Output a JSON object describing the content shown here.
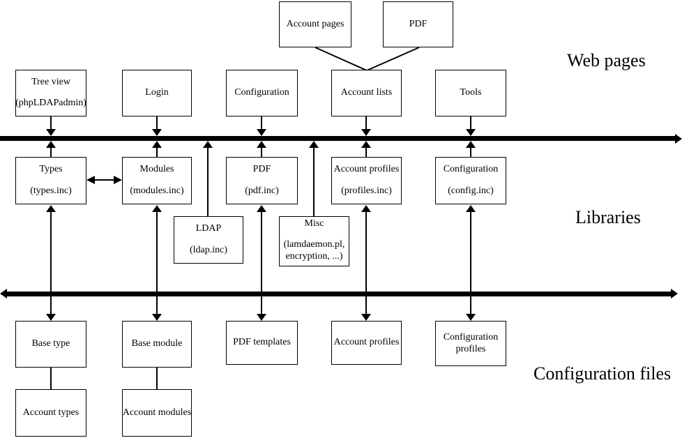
{
  "sections": {
    "web_pages": "Web pages",
    "libraries": "Libraries",
    "config_files": "Configuration files"
  },
  "boxes": {
    "account_pages": {
      "l1": "Account pages"
    },
    "pdf_top": {
      "l1": "PDF"
    },
    "tree_view": {
      "l1": "Tree view",
      "l2": "(phpLDAPadmin)"
    },
    "login": {
      "l1": "Login"
    },
    "configuration_web": {
      "l1": "Configuration"
    },
    "account_lists": {
      "l1": "Account lists"
    },
    "tools": {
      "l1": "Tools"
    },
    "types": {
      "l1": "Types",
      "l2": "(types.inc)"
    },
    "modules": {
      "l1": "Modules",
      "l2": "(modules.inc)"
    },
    "pdf_lib": {
      "l1": "PDF",
      "l2": "(pdf.inc)"
    },
    "account_profiles_lib": {
      "l1": "Account profiles",
      "l2": "(profiles.inc)"
    },
    "configuration_lib": {
      "l1": "Configuration",
      "l2": "(config.inc)"
    },
    "ldap": {
      "l1": "LDAP",
      "l2": "(ldap.inc)"
    },
    "misc": {
      "l1": "Misc",
      "l2": "(lamdaemon.pl,",
      "l3": "encryption, ...)"
    },
    "base_type": {
      "l1": "Base type"
    },
    "base_module": {
      "l1": "Base module"
    },
    "pdf_templates": {
      "l1": "PDF templates"
    },
    "account_profiles_cfg": {
      "l1": "Account profiles"
    },
    "configuration_profiles": {
      "l1": "Configuration",
      "l2": "profiles"
    },
    "account_types": {
      "l1": "Account types"
    },
    "account_modules": {
      "l1": "Account modules"
    }
  },
  "colors": {
    "line": "#000000",
    "background": "#ffffff"
  }
}
